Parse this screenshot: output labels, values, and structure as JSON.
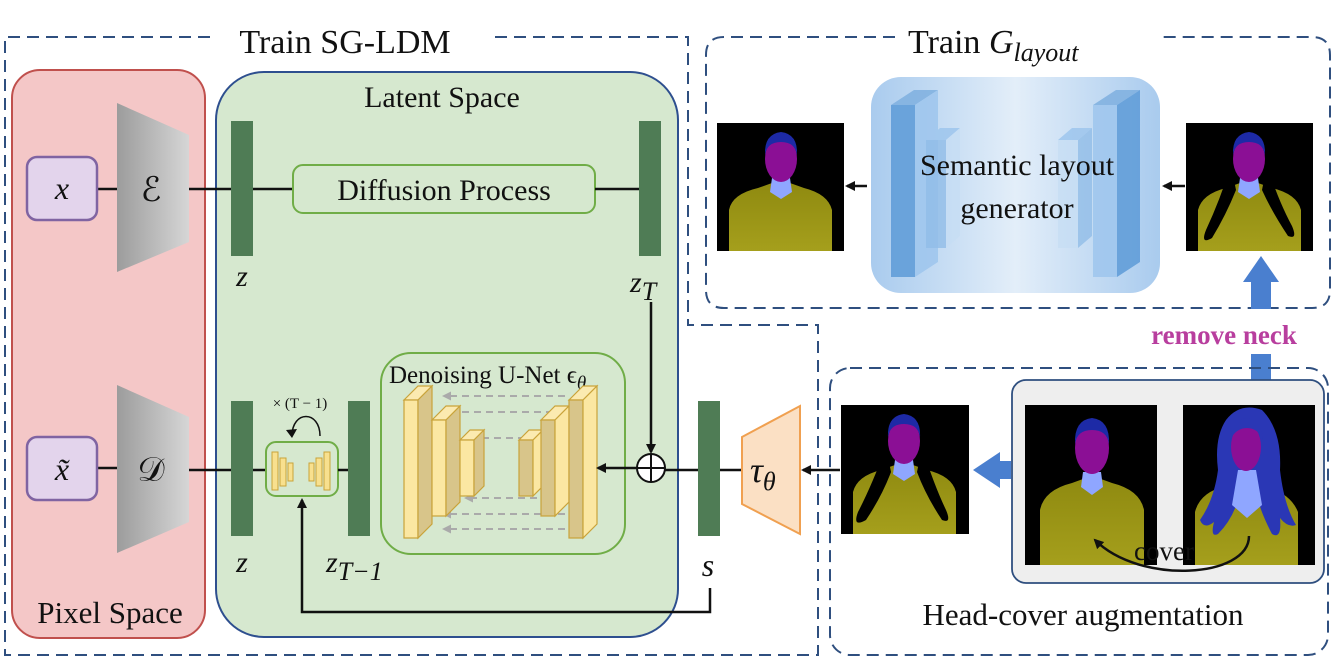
{
  "train_sgldm": {
    "title": "Train SG-LDM"
  },
  "train_glayout": {
    "title_prefix": "Train ",
    "title_g": "G",
    "title_sub": "layout"
  },
  "pixel_space": {
    "label": "Pixel Space",
    "x_label": "x",
    "xt_label": "x̃",
    "encoder": "ℰ",
    "decoder": "𝒟"
  },
  "latent_space": {
    "label": "Latent Space",
    "diffusion": "Diffusion Process",
    "z_top": "z",
    "z_bottom": "z",
    "zT": "z",
    "zT_sub": "T",
    "zT1": "z",
    "zT1_sub": "T−1",
    "loop": "× (T − 1)",
    "unet_label": "Denoising U-Net ϵ",
    "unet_sub": "θ",
    "plus": "⊕"
  },
  "conditioning": {
    "s": "s",
    "tau": "τ",
    "tau_sub": "θ"
  },
  "layout_generator": {
    "line1": "Semantic layout",
    "line2": "generator"
  },
  "remove_neck": "remove neck",
  "head_cover": {
    "title": "Head-cover augmentation",
    "cover": "cover"
  },
  "colors": {
    "dashed_border": "#2f4f7f",
    "pixel_fill": "#f4c7c7",
    "pixel_stroke": "#c0504d",
    "latent_fill": "#d6e8cf",
    "latent_stroke": "#2e4f8f",
    "latent_bar": "#4f7c55",
    "input_fill": "#e3d4ec",
    "input_stroke": "#8064a2",
    "tau_fill": "#fbe0c4",
    "tau_stroke": "#f0a050",
    "remove_neck": "#b83e9e",
    "arrow_blue": "#4a7fcf",
    "cover_bg": "#eeeeee"
  }
}
